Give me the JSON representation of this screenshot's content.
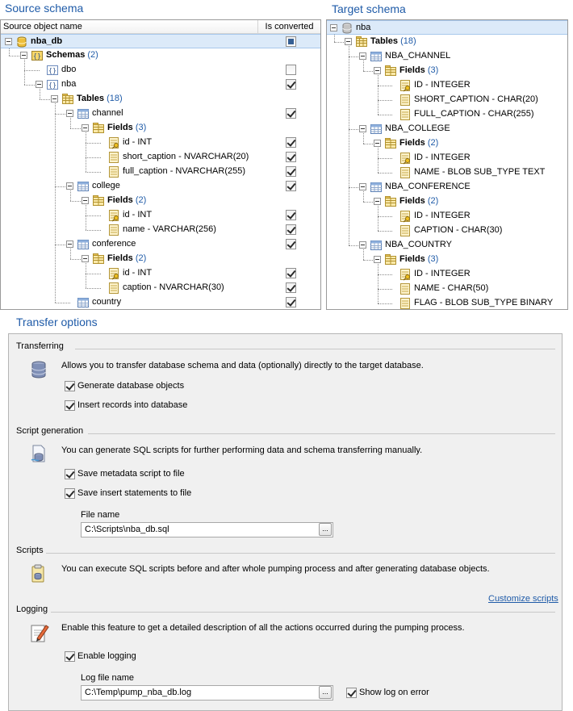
{
  "source": {
    "title": "Source schema",
    "col_name": "Source object name",
    "col_converted": "Is converted",
    "rows": [
      {
        "indent": 0,
        "icon": "database-icon",
        "label": "nba_db",
        "bold": true,
        "count": "",
        "check": "ind",
        "selected": true,
        "expander": true
      },
      {
        "indent": 1,
        "icon": "schemas-icon",
        "label": "Schemas",
        "bold": true,
        "count": "(2)",
        "check": "",
        "expander": true
      },
      {
        "indent": 2,
        "icon": "schema-icon",
        "label": "dbo",
        "bold": false,
        "count": "",
        "check": "off",
        "expander": false
      },
      {
        "indent": 2,
        "icon": "schema-icon",
        "label": "nba",
        "bold": false,
        "count": "",
        "check": "on",
        "expander": true
      },
      {
        "indent": 3,
        "icon": "tables-icon",
        "label": "Tables",
        "bold": true,
        "count": "(18)",
        "check": "",
        "expander": true
      },
      {
        "indent": 4,
        "icon": "table-icon",
        "label": "channel",
        "bold": false,
        "count": "",
        "check": "on",
        "expander": true
      },
      {
        "indent": 5,
        "icon": "fields-icon",
        "label": "Fields",
        "bold": true,
        "count": "(3)",
        "check": "",
        "expander": true
      },
      {
        "indent": 6,
        "icon": "field-key-icon",
        "label": "id - INT",
        "bold": false,
        "count": "",
        "check": "on",
        "expander": false
      },
      {
        "indent": 6,
        "icon": "field-icon",
        "label": "short_caption - NVARCHAR(20)",
        "bold": false,
        "count": "",
        "check": "on",
        "expander": false
      },
      {
        "indent": 6,
        "icon": "field-icon",
        "label": "full_caption - NVARCHAR(255)",
        "bold": false,
        "count": "",
        "check": "on",
        "expander": false
      },
      {
        "indent": 4,
        "icon": "table-icon",
        "label": "college",
        "bold": false,
        "count": "",
        "check": "on",
        "expander": true
      },
      {
        "indent": 5,
        "icon": "fields-icon",
        "label": "Fields",
        "bold": true,
        "count": "(2)",
        "check": "",
        "expander": true
      },
      {
        "indent": 6,
        "icon": "field-key-icon",
        "label": "id - INT",
        "bold": false,
        "count": "",
        "check": "on",
        "expander": false
      },
      {
        "indent": 6,
        "icon": "field-icon",
        "label": "name - VARCHAR(256)",
        "bold": false,
        "count": "",
        "check": "on",
        "expander": false
      },
      {
        "indent": 4,
        "icon": "table-icon",
        "label": "conference",
        "bold": false,
        "count": "",
        "check": "on",
        "expander": true
      },
      {
        "indent": 5,
        "icon": "fields-icon",
        "label": "Fields",
        "bold": true,
        "count": "(2)",
        "check": "",
        "expander": true
      },
      {
        "indent": 6,
        "icon": "field-key-icon",
        "label": "id - INT",
        "bold": false,
        "count": "",
        "check": "on",
        "expander": false
      },
      {
        "indent": 6,
        "icon": "field-icon",
        "label": "caption - NVARCHAR(30)",
        "bold": false,
        "count": "",
        "check": "on",
        "expander": false
      },
      {
        "indent": 4,
        "icon": "table-icon",
        "label": "country",
        "bold": false,
        "count": "",
        "check": "on",
        "expander": false
      }
    ]
  },
  "target": {
    "title": "Target schema",
    "rows": [
      {
        "indent": 0,
        "icon": "database-grey-icon",
        "label": "nba",
        "bold": false,
        "count": "",
        "selected": true,
        "expander": true
      },
      {
        "indent": 1,
        "icon": "tables-icon",
        "label": "Tables",
        "bold": true,
        "count": "(18)",
        "expander": true
      },
      {
        "indent": 2,
        "icon": "table-icon",
        "label": "NBA_CHANNEL",
        "bold": false,
        "count": "",
        "expander": true
      },
      {
        "indent": 3,
        "icon": "fields-icon",
        "label": "Fields",
        "bold": true,
        "count": "(3)",
        "expander": true
      },
      {
        "indent": 4,
        "icon": "field-key-icon",
        "label": "ID - INTEGER",
        "bold": false,
        "count": "",
        "expander": false
      },
      {
        "indent": 4,
        "icon": "field-icon",
        "label": "SHORT_CAPTION - CHAR(20)",
        "bold": false,
        "count": "",
        "expander": false
      },
      {
        "indent": 4,
        "icon": "field-icon",
        "label": "FULL_CAPTION - CHAR(255)",
        "bold": false,
        "count": "",
        "expander": false
      },
      {
        "indent": 2,
        "icon": "table-icon",
        "label": "NBA_COLLEGE",
        "bold": false,
        "count": "",
        "expander": true
      },
      {
        "indent": 3,
        "icon": "fields-icon",
        "label": "Fields",
        "bold": true,
        "count": "(2)",
        "expander": true
      },
      {
        "indent": 4,
        "icon": "field-key-icon",
        "label": "ID - INTEGER",
        "bold": false,
        "count": "",
        "expander": false
      },
      {
        "indent": 4,
        "icon": "field-icon",
        "label": "NAME - BLOB SUB_TYPE TEXT",
        "bold": false,
        "count": "",
        "expander": false
      },
      {
        "indent": 2,
        "icon": "table-icon",
        "label": "NBA_CONFERENCE",
        "bold": false,
        "count": "",
        "expander": true
      },
      {
        "indent": 3,
        "icon": "fields-icon",
        "label": "Fields",
        "bold": true,
        "count": "(2)",
        "expander": true
      },
      {
        "indent": 4,
        "icon": "field-key-icon",
        "label": "ID - INTEGER",
        "bold": false,
        "count": "",
        "expander": false
      },
      {
        "indent": 4,
        "icon": "field-icon",
        "label": "CAPTION - CHAR(30)",
        "bold": false,
        "count": "",
        "expander": false
      },
      {
        "indent": 2,
        "icon": "table-icon",
        "label": "NBA_COUNTRY",
        "bold": false,
        "count": "",
        "expander": true
      },
      {
        "indent": 3,
        "icon": "fields-icon",
        "label": "Fields",
        "bold": true,
        "count": "(3)",
        "expander": true
      },
      {
        "indent": 4,
        "icon": "field-key-icon",
        "label": "ID - INTEGER",
        "bold": false,
        "count": "",
        "expander": false
      },
      {
        "indent": 4,
        "icon": "field-icon",
        "label": "NAME - CHAR(50)",
        "bold": false,
        "count": "",
        "expander": false
      },
      {
        "indent": 4,
        "icon": "field-icon",
        "label": "FLAG - BLOB SUB_TYPE BINARY",
        "bold": false,
        "count": "",
        "expander": false
      }
    ]
  },
  "options": {
    "title": "Transfer options",
    "transferring": {
      "title": "Transferring",
      "desc": "Allows you to transfer database schema and data (optionally) directly to the target database.",
      "generate_objects": "Generate database objects",
      "insert_records": "Insert records into database"
    },
    "script_generation": {
      "title": "Script generation",
      "desc": "You can generate SQL scripts for further performing data and schema transferring manually.",
      "save_metadata": "Save metadata script to file",
      "save_insert": "Save insert statements to file",
      "file_name_label": "File name",
      "file_name_value": "C:\\Scripts\\nba_db.sql"
    },
    "scripts": {
      "title": "Scripts",
      "desc": "You can execute SQL scripts before and after whole pumping process and after generating database objects.",
      "customize_link": "Customize scripts"
    },
    "logging": {
      "title": "Logging",
      "desc": "Enable this feature to get a detailed description of all the actions occurred during the pumping process.",
      "enable": "Enable logging",
      "log_file_label": "Log file name",
      "log_file_value": "C:\\Temp\\pump_nba_db.log",
      "show_on_error": "Show log on error"
    },
    "browse_label": "..."
  },
  "colors": {
    "accent": "#1f5ba8",
    "options_bg": "#f0f0f0"
  }
}
